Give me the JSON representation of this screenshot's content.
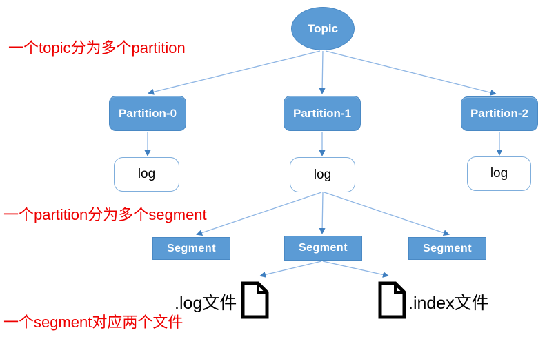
{
  "diagram": {
    "topic": {
      "label": "Topic"
    },
    "partitions": [
      {
        "label": "Partition-0"
      },
      {
        "label": "Partition-1"
      },
      {
        "label": "Partition-2"
      }
    ],
    "logs": [
      {
        "label": "log"
      },
      {
        "label": "log"
      },
      {
        "label": "log"
      }
    ],
    "segments": [
      {
        "label": "Segment"
      },
      {
        "label": "Segment"
      },
      {
        "label": "Segment"
      }
    ],
    "files": [
      {
        "label": ".log文件",
        "icon": "document-icon",
        "label_side": "left"
      },
      {
        "label": ".index文件",
        "icon": "document-icon",
        "label_side": "right"
      }
    ]
  },
  "annotations": [
    {
      "text": "一个topic分为多个partition"
    },
    {
      "text": "一个partition分为多个segment"
    },
    {
      "text": "一个segment对应两个文件"
    }
  ],
  "colors": {
    "node_fill": "#5B9BD5",
    "node_border": "#4A89C4",
    "node_text": "#FFFFFF",
    "log_fill": "#FFFFFF",
    "log_border": "#7FAEDC",
    "log_text": "#000000",
    "arrow_line": "#8FB6E4",
    "arrow_head": "#3F7FC0",
    "annotation_text": "#EE0000",
    "file_icon": "#000000",
    "background": "#FFFFFF"
  }
}
